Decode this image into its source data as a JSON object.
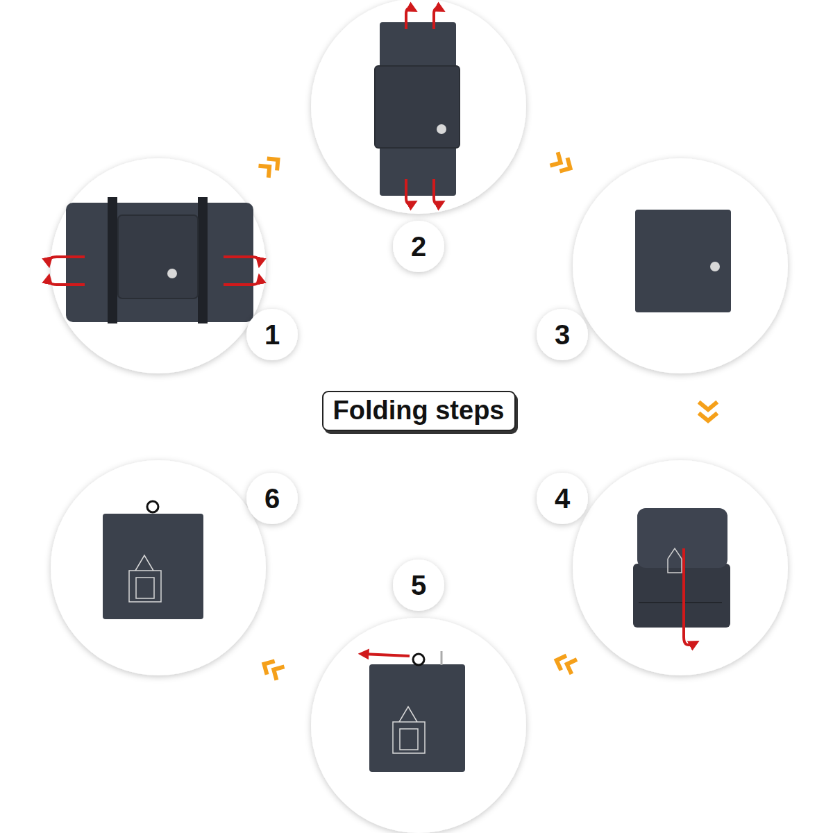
{
  "diagram": {
    "title": "Folding steps",
    "nodes": [
      {
        "text": [
          "1"
        ]
      },
      {
        "text": [
          "2"
        ]
      },
      {
        "text": [
          "3"
        ]
      },
      {
        "text": [
          "4"
        ]
      },
      {
        "text": [
          "5"
        ]
      },
      {
        "text": [
          "6"
        ]
      }
    ]
  }
}
